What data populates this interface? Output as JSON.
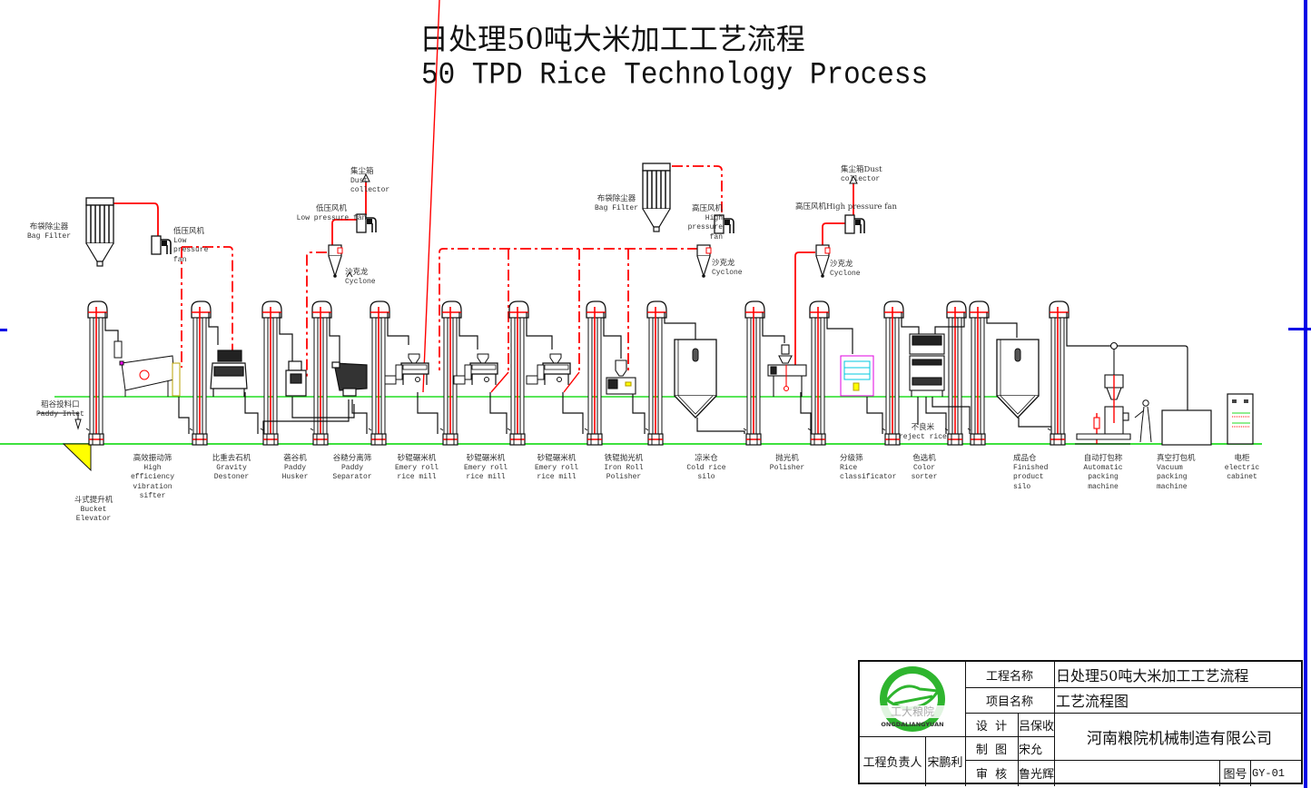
{
  "title": {
    "cn": "日处理50吨大米加工工艺流程",
    "en": "50 TPD Rice Technology Process"
  },
  "aux_equipment": [
    {
      "id": "bag-filter-1",
      "cn": "布袋除尘器",
      "en": "Bag Filter"
    },
    {
      "id": "low-fan-1",
      "cn": "低压风机",
      "en": "Low\npressure\nfan"
    },
    {
      "id": "dust-collector-1",
      "cn": "集尘箱",
      "en": "Dust\ncollector"
    },
    {
      "id": "low-fan-2",
      "cn": "低压风机",
      "en": "Low pressure fan"
    },
    {
      "id": "cyclone-1",
      "cn": "沙克龙",
      "en": "Cyclone"
    },
    {
      "id": "bag-filter-2",
      "cn": "布袋除尘器",
      "en": "Bag Filter"
    },
    {
      "id": "high-fan-1",
      "cn": "高压风机",
      "en": "High\npressure\nfan"
    },
    {
      "id": "cyclone-2",
      "cn": "沙克龙",
      "en": "Cyclone"
    },
    {
      "id": "dust-collector-2",
      "cn": "集尘箱Dust",
      "en": "collector"
    },
    {
      "id": "high-fan-2",
      "cn": "高压风机High pressure fan",
      "en": ""
    },
    {
      "id": "cyclone-3",
      "cn": "沙克龙",
      "en": "Cyclone"
    }
  ],
  "inlet": {
    "cn": "稻谷投料口",
    "en": "Paddy Inlet"
  },
  "reject": {
    "cn": "不良米",
    "en": "reject rice"
  },
  "equipment": [
    {
      "id": "bucket-elevator",
      "cn": "斗式提升机",
      "en": "Bucket\nElevator"
    },
    {
      "id": "vibration-sifter",
      "cn": "高效振动筛",
      "en": "High\nefficiency\nvibration\nsifter"
    },
    {
      "id": "gravity-destoner",
      "cn": "比重去石机",
      "en": "Gravity\nDestoner"
    },
    {
      "id": "paddy-husker",
      "cn": "砻谷机",
      "en": "Paddy\nHusker"
    },
    {
      "id": "paddy-separator",
      "cn": "谷糙分离筛",
      "en": "Paddy\nSeparator"
    },
    {
      "id": "emery-mill-1",
      "cn": "砂辊碾米机",
      "en": "Emery roll\nrice mill"
    },
    {
      "id": "emery-mill-2",
      "cn": "砂辊碾米机",
      "en": "Emery roll\nrice mill"
    },
    {
      "id": "emery-mill-3",
      "cn": "砂辊碾米机",
      "en": "Emery roll\nrice mill"
    },
    {
      "id": "iron-polisher",
      "cn": "铁辊抛光机",
      "en": "Iron Roll\nPolisher"
    },
    {
      "id": "cold-rice-silo",
      "cn": "凉米仓",
      "en": "Cold rice\nsilo"
    },
    {
      "id": "polisher",
      "cn": "抛光机",
      "en": "Polisher"
    },
    {
      "id": "rice-classificator",
      "cn": "分级筛",
      "en": "Rice\nclassificator"
    },
    {
      "id": "color-sorter",
      "cn": "色选机",
      "en": "Color\nsorter"
    },
    {
      "id": "finished-silo",
      "cn": "成品仓",
      "en": "Finished\nproduct\nsilo"
    },
    {
      "id": "auto-packing",
      "cn": "自动打包称",
      "en": "Automatic\npacking\nmachine"
    },
    {
      "id": "vacuum-packing",
      "cn": "真空打包机",
      "en": "Vacuum\npacking\nmachine"
    },
    {
      "id": "electric-cabinet",
      "cn": "电柜",
      "en": "electric\ncabinet"
    }
  ],
  "title_block": {
    "logo_text": "ONGDALIANGYUAN",
    "logo_cn": "工大粮院",
    "project_name_label": "工程名称",
    "project_name_value": "日处理50吨大米加工工艺流程",
    "item_name_label": "项目名称",
    "item_name_value": "工艺流程图",
    "design_label": "设  计",
    "design_value": "吕保收",
    "drawing_label": "制  图",
    "drawing_value": "宋允",
    "review_label": "审  核",
    "review_value": "鲁光辉",
    "lead_label": "工程负责人",
    "lead_value": "宋鹏利",
    "company": "河南粮院机械制造有限公司",
    "drawing_no_label": "图号",
    "drawing_no_value": "GY-01"
  },
  "colors": {
    "air_duct": "#ff0000",
    "floor_line": "#22dd22",
    "frame_blue": "#0000e6",
    "pit_fill": "#ffff00",
    "outline": "#111111"
  }
}
